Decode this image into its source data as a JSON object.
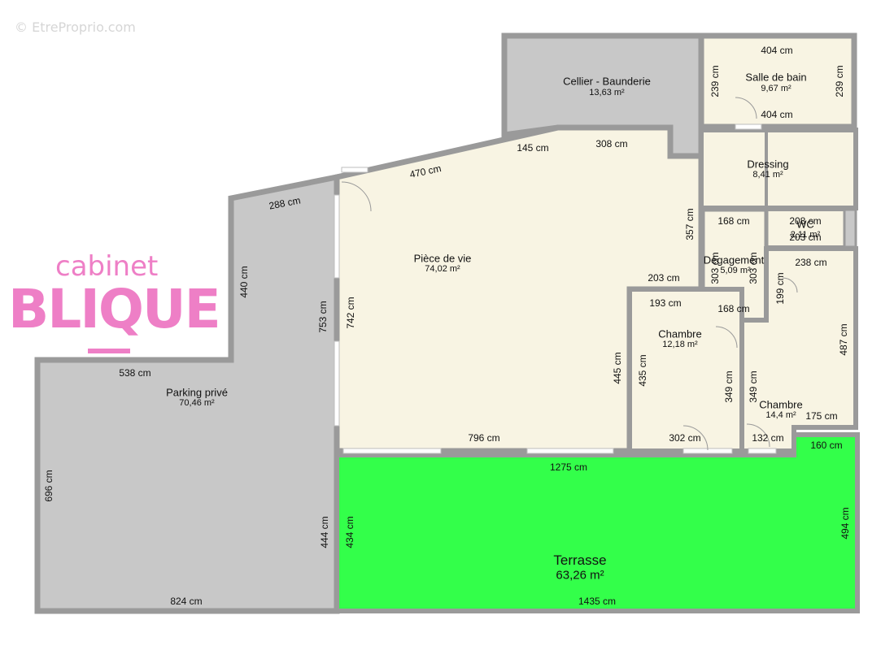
{
  "watermark": "© EtreProprio.com",
  "logo": {
    "line1": "cabinet",
    "line2": "BLIQUE",
    "color": "#ee7fc6"
  },
  "colors": {
    "living": "#f8f4e3",
    "garage": "#c8c8c8",
    "terrace": "#33ff4a",
    "wall": "#9a9a9a"
  },
  "rooms": {
    "cellier": {
      "name": "Cellier - Baunderie",
      "area": "13,63 m²"
    },
    "sdb": {
      "name": "Salle de bain",
      "area": "9,67 m²"
    },
    "dressing": {
      "name": "Dressing",
      "area": "8,41 m²"
    },
    "wc": {
      "name": "WC",
      "area": "2,11 m²"
    },
    "piece": {
      "name": "Pièce de vie",
      "area": "74,02 m²"
    },
    "degagement": {
      "name": "Dégagement",
      "area": "5,09 m²"
    },
    "chambre1": {
      "name": "Chambre",
      "area": "12,18 m²"
    },
    "chambre2": {
      "name": "Chambre",
      "area": "14,4 m²"
    },
    "parking": {
      "name": "Parking privé",
      "area": "70,46 m²"
    },
    "terrasse": {
      "name": "Terrasse",
      "area": "63,26 m²"
    }
  },
  "dims": {
    "sdb_top": "404 cm",
    "sdb_bottom": "404 cm",
    "sdb_left": "239 cm",
    "sdb_right": "239 cm",
    "p145": "145 cm",
    "p308": "308 cm",
    "p470": "470 cm",
    "p288": "288 cm",
    "p357": "357 cm",
    "p440": "440 cm",
    "p753": "753 cm",
    "p742": "742 cm",
    "p168a": "168 cm",
    "p208": "208 cm",
    "p203wc": "203 cm",
    "p303a": "303 cm",
    "p303b": "303 cm",
    "p238": "238 cm",
    "p203": "203 cm",
    "p199": "199 cm",
    "p168b": "168 cm",
    "p193": "193 cm",
    "p487": "487 cm",
    "p538": "538 cm",
    "p445": "445 cm",
    "p435": "435 cm",
    "p349a": "349 cm",
    "p349b": "349 cm",
    "p175": "175 cm",
    "p796": "796 cm",
    "p302": "302 cm",
    "p132": "132 cm",
    "p160": "160 cm",
    "p1275": "1275 cm",
    "p696": "696 cm",
    "p444": "444 cm",
    "p434": "434 cm",
    "p494": "494 cm",
    "p824": "824 cm",
    "p1435": "1435 cm"
  }
}
